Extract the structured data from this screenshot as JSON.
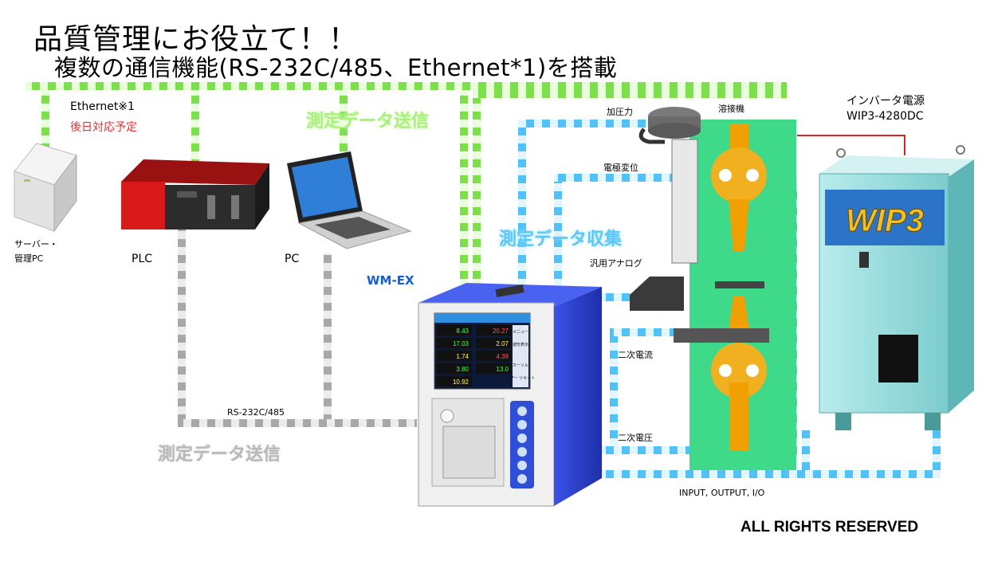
{
  "title": {
    "line1": "品質管理にお役立て！！",
    "line2": "複数の通信機能(RS-232C/485、Ethernet*1)を搭載"
  },
  "devices": {
    "server": "サーバー・\n管理PC",
    "plc": "PLC",
    "pc": "PC",
    "wm_ex": "WM-EX",
    "inverter_label": "インバータ電源",
    "inverter_model": "WIP3-4280DC",
    "inverter_logo": "WIP3",
    "welder": "溶接機"
  },
  "annotations": {
    "ethernet": "Ethernet※1",
    "ethernet_note": "後日対応予定",
    "send_top": "測定データ送信",
    "send_bottom": "測定データ送信",
    "collect": "測定データ収集",
    "rs232": "RS-232C/485",
    "pressure": "加圧力",
    "electrode": "電極変位",
    "analog": "汎用アナログ",
    "current": "二次電流",
    "voltage": "二次電圧",
    "io": "INPUT, OUTPUT, I/O"
  },
  "screen": {
    "values": [
      "8.43",
      "20.27",
      "17.03",
      "2.07",
      "1.74",
      "4.39",
      "3.80",
      "13.0",
      "10.92"
    ],
    "menu": [
      "メニュー",
      "波形表示",
      "カーソル",
      "ブザー\nリセット"
    ]
  },
  "footer": "ALL RIGHTS RESERVED",
  "colors": {
    "ethernet_line": "#7be04a",
    "serial_line": "#a0a0a0",
    "signal_line": "#4fc3f7",
    "inverter_body": "#9fe0e0",
    "welder_panel": "#3fd98a",
    "monitor_body": "#2a3fd0",
    "plc_red": "#d91a1a"
  }
}
